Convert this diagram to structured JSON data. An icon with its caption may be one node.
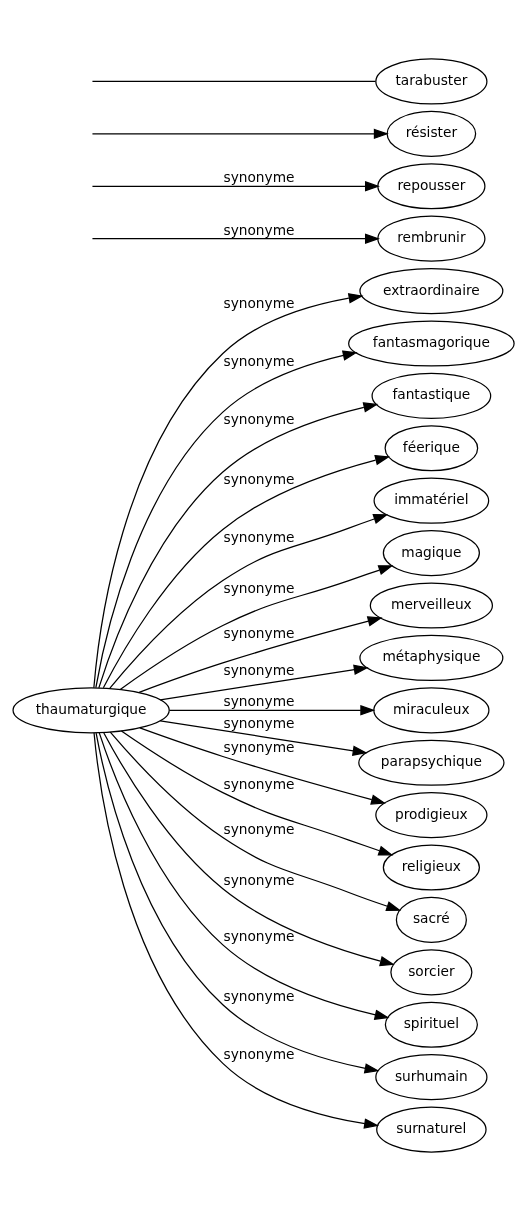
{
  "diagram": {
    "nodes": [
      {
        "text": [
          "thaumaturgique"
        ]
      },
      {
        "text": [
          "extraordinaire"
        ]
      },
      {
        "text": [
          "fantasmagorique"
        ]
      },
      {
        "text": [
          "rembrunir"
        ]
      },
      {
        "text": [
          "fantastique"
        ]
      },
      {
        "text": [
          "repousser"
        ]
      },
      {
        "text": [
          "féerique"
        ]
      },
      {
        "text": [
          "résister"
        ]
      },
      {
        "text": [
          "immatériel"
        ]
      },
      {
        "text": [
          "tarabuster"
        ]
      },
      {
        "text": [
          "magique"
        ]
      },
      {
        "text": [
          "merveilleux"
        ]
      },
      {
        "text": [
          "métaphysique"
        ]
      },
      {
        "text": [
          "miraculeux"
        ]
      },
      {
        "text": [
          "parapsychique"
        ]
      },
      {
        "text": [
          "prodigieux"
        ]
      },
      {
        "text": [
          "religieux"
        ]
      },
      {
        "text": [
          "sacré"
        ]
      },
      {
        "text": [
          "sorcier"
        ]
      },
      {
        "text": [
          "spirituel"
        ]
      },
      {
        "text": [
          "surhumain"
        ]
      },
      {
        "text": [
          "surnaturel"
        ]
      }
    ],
    "edges": [
      {
        "from": 0,
        "to": 1,
        "arrow": "to",
        "label": "synonyme"
      },
      {
        "from": 0,
        "to": 2,
        "arrow": "to",
        "label": "synonyme"
      },
      {
        "from": null,
        "to": 3,
        "arrow": "to",
        "label": "synonyme"
      },
      {
        "from": 0,
        "to": 4,
        "arrow": "to",
        "label": "synonyme"
      },
      {
        "from": null,
        "to": 5,
        "arrow": "to",
        "label": "synonyme"
      },
      {
        "from": 0,
        "to": 6,
        "arrow": "to",
        "label": "synonyme"
      },
      {
        "from": null,
        "to": 7,
        "arrow": "to"
      },
      {
        "from": 0,
        "to": 8,
        "arrow": "to",
        "label": "synonyme"
      },
      {
        "from": null,
        "to": 9,
        "arrow": "none"
      },
      {
        "from": 0,
        "to": 10,
        "arrow": "to",
        "label": "synonyme"
      },
      {
        "from": 0,
        "to": 11,
        "arrow": "to",
        "label": "synonyme"
      },
      {
        "from": 0,
        "to": 12,
        "arrow": "to",
        "label": "synonyme"
      },
      {
        "from": 0,
        "to": 13,
        "arrow": "to",
        "label": "synonyme"
      },
      {
        "from": 0,
        "to": 14,
        "arrow": "to",
        "label": "synonyme"
      },
      {
        "from": 0,
        "to": 15,
        "arrow": "to",
        "label": "synonyme"
      },
      {
        "from": 0,
        "to": 16,
        "arrow": "to",
        "label": "synonyme"
      },
      {
        "from": 0,
        "to": 17,
        "arrow": "to",
        "label": "synonyme"
      },
      {
        "from": 0,
        "to": 18,
        "arrow": "to",
        "label": "synonyme"
      },
      {
        "from": 0,
        "to": 19,
        "arrow": "to",
        "label": "synonyme"
      },
      {
        "from": 0,
        "to": 20,
        "arrow": "to",
        "label": "synonyme"
      },
      {
        "from": 0,
        "to": 21,
        "arrow": "to",
        "label": "synonyme"
      }
    ]
  }
}
